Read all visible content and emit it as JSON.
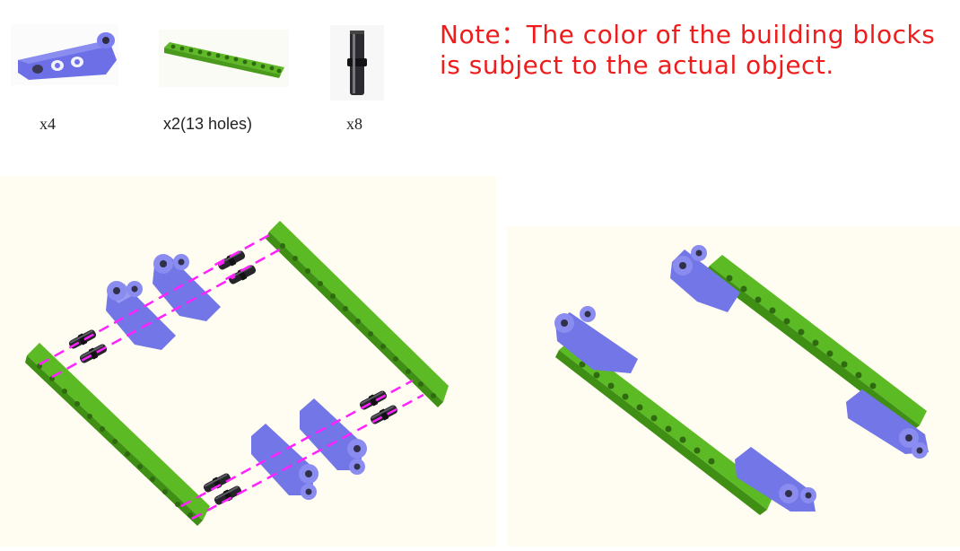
{
  "parts": [
    {
      "icon": "purple-beam-icon",
      "quantity": "x4"
    },
    {
      "icon": "green-beam-icon",
      "quantity": "x2(13 holes)"
    },
    {
      "icon": "black-pin-icon",
      "quantity": "x8"
    }
  ],
  "note": {
    "line1": "Note：The color of the building blocks",
    "line2": "is subject to the actual object."
  },
  "colors": {
    "note_red": "#ee1c1c",
    "lift_arm_purple": "#7073e8",
    "beam_green": "#62c22a",
    "pin_black": "#222226",
    "guide_magenta": "#ff22ff",
    "panel_bg": "#fffcf1"
  },
  "panels": [
    {
      "name": "exploded-view",
      "icon": "exploded-assembly-icon"
    },
    {
      "name": "assembled-view",
      "icon": "assembled-frame-icon"
    }
  ]
}
